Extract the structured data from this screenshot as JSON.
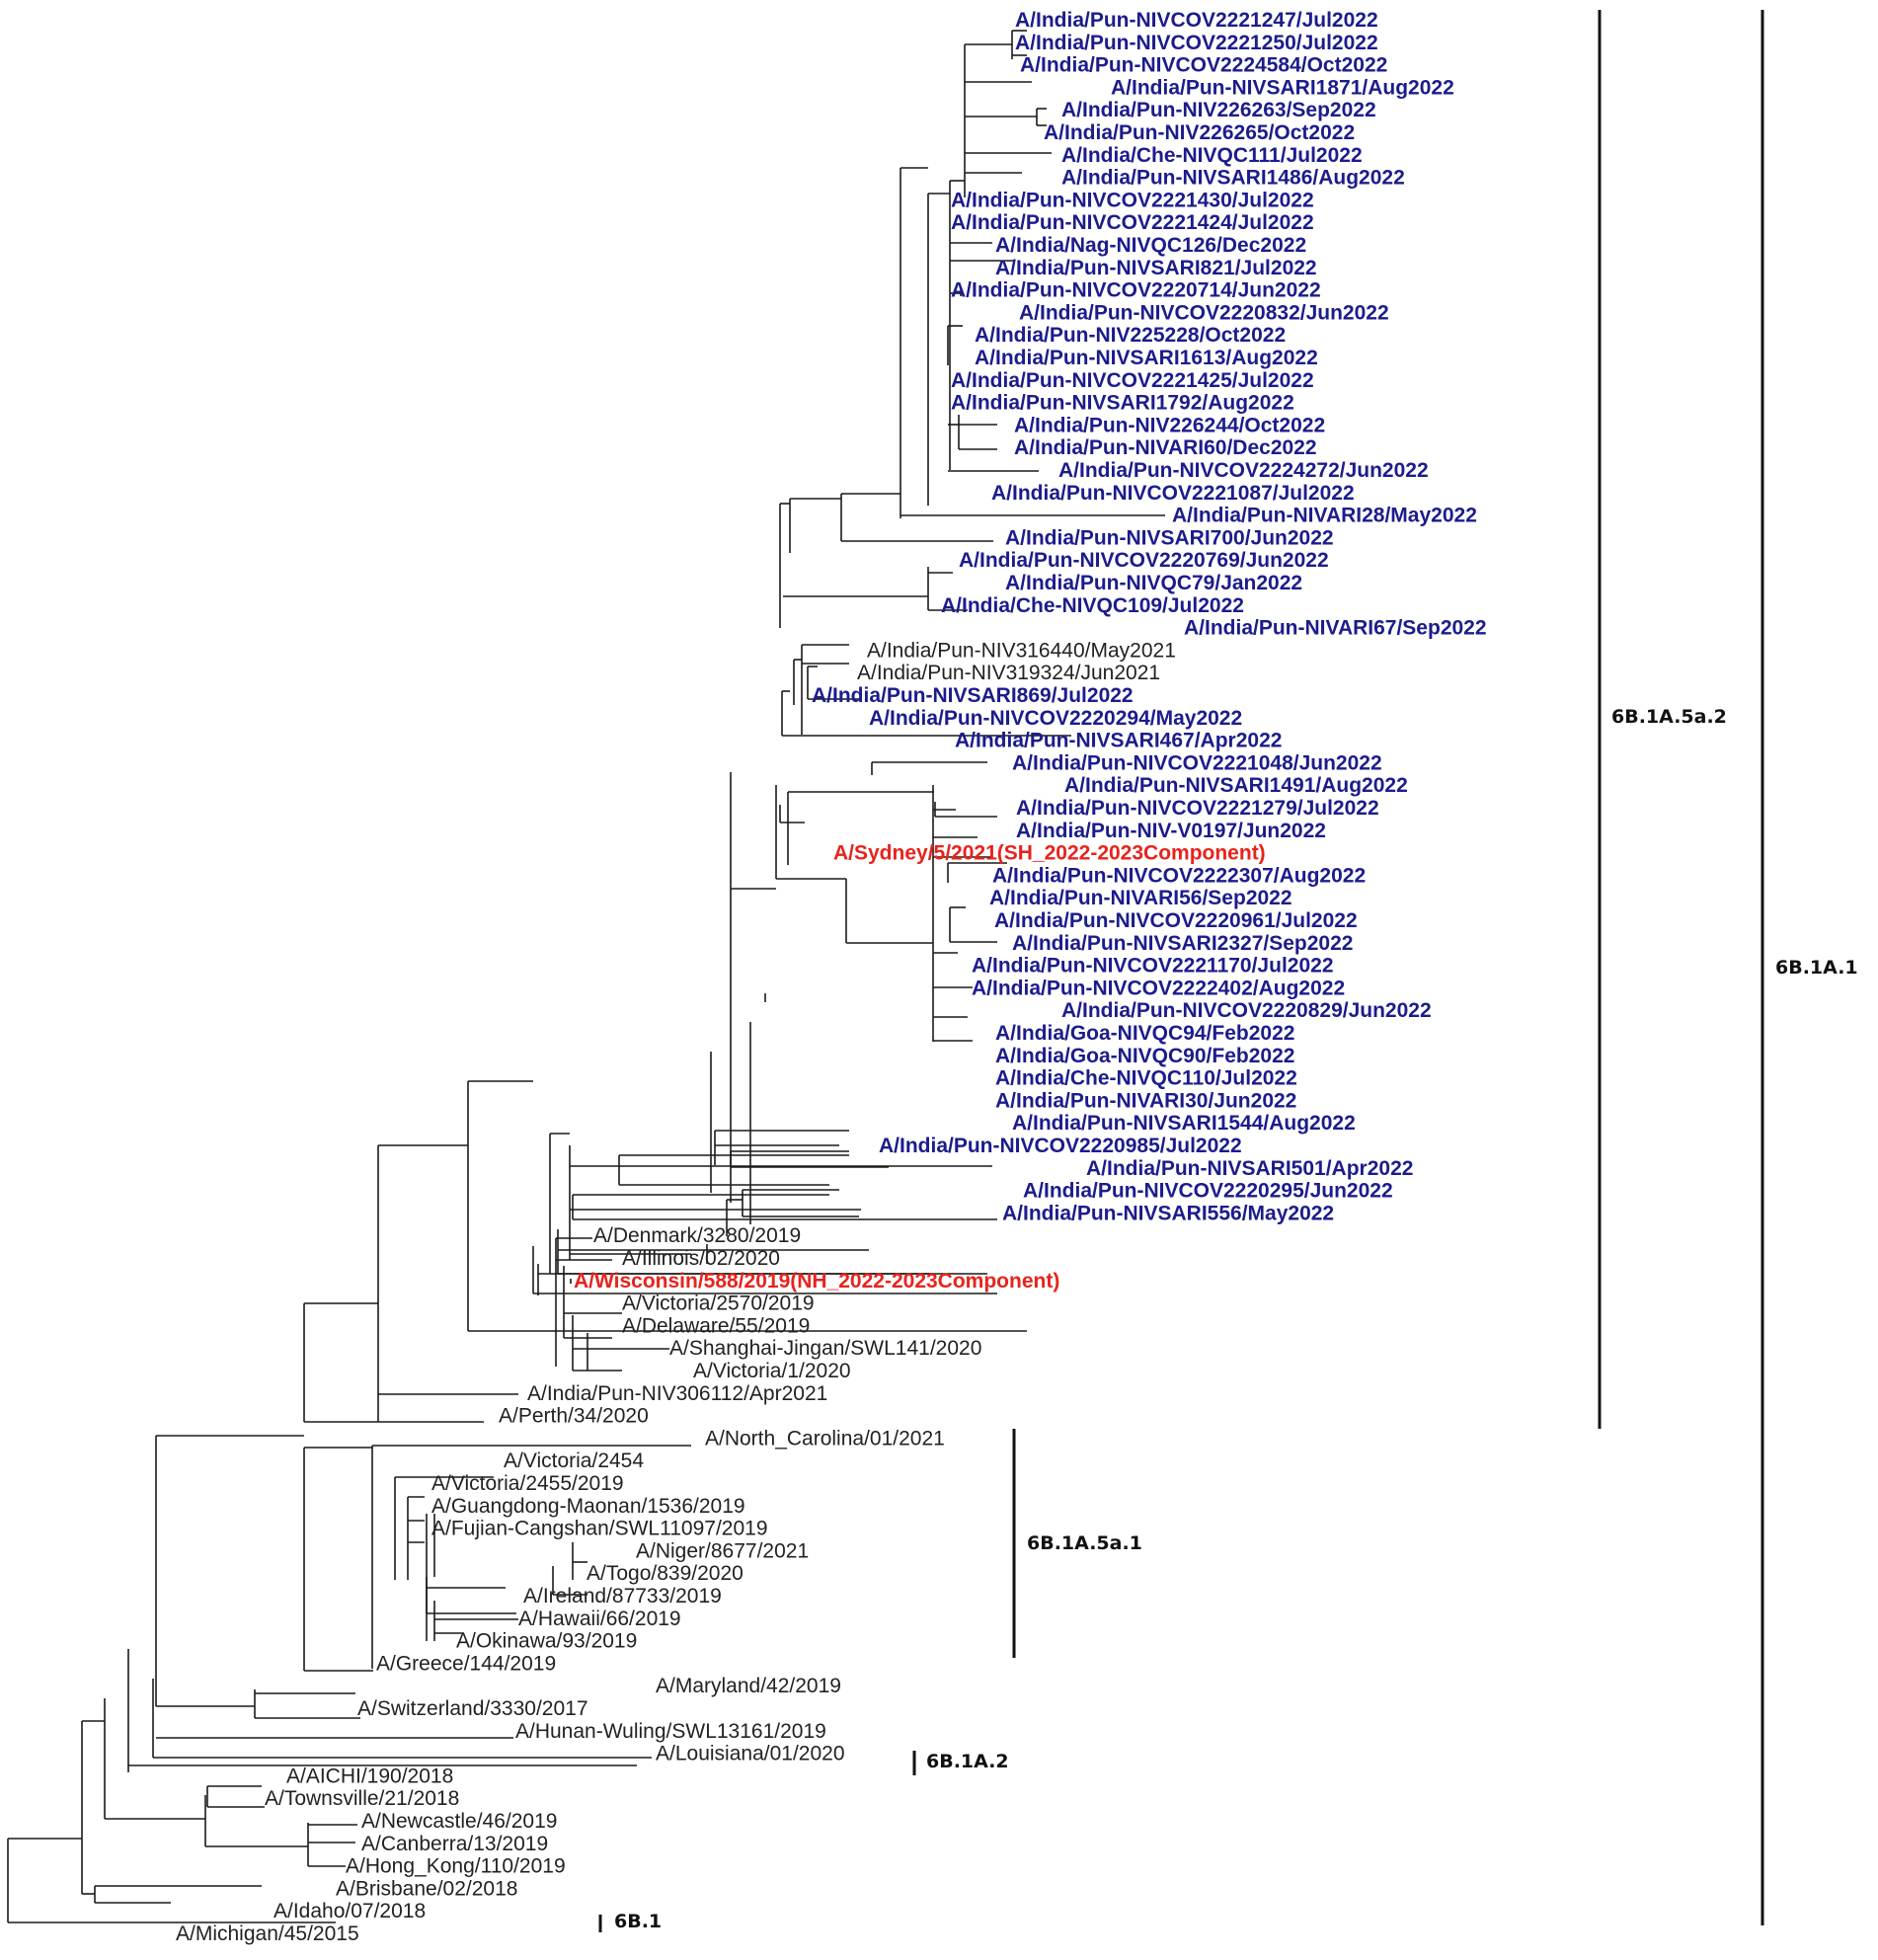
{
  "colors": {
    "reference": "#e8231c",
    "indian_2022": "#1c1c8c",
    "other": "#222222"
  },
  "leaves": [
    {
      "name": "A/India/Pun-NIVCOV2221247/Jul2022",
      "style": "blue"
    },
    {
      "name": "A/India/Pun-NIVCOV2221250/Jul2022",
      "style": "blue"
    },
    {
      "name": "A/India/Pun-NIVCOV2224584/Oct2022",
      "style": "blue"
    },
    {
      "name": "A/India/Pun-NIVSARI1871/Aug2022",
      "style": "blue"
    },
    {
      "name": "A/India/Pun-NIV226263/Sep2022",
      "style": "blue"
    },
    {
      "name": "A/India/Pun-NIV226265/Oct2022",
      "style": "blue"
    },
    {
      "name": "A/India/Che-NIVQC111/Jul2022",
      "style": "blue"
    },
    {
      "name": "A/India/Pun-NIVSARI1486/Aug2022",
      "style": "blue"
    },
    {
      "name": "A/India/Pun-NIVCOV2221430/Jul2022",
      "style": "blue"
    },
    {
      "name": "A/India/Pun-NIVCOV2221424/Jul2022",
      "style": "blue"
    },
    {
      "name": "A/India/Nag-NIVQC126/Dec2022",
      "style": "blue"
    },
    {
      "name": "A/India/Pun-NIVSARI821/Jul2022",
      "style": "blue"
    },
    {
      "name": "A/India/Pun-NIVCOV2220714/Jun2022",
      "style": "blue"
    },
    {
      "name": "A/India/Pun-NIVCOV2220832/Jun2022",
      "style": "blue"
    },
    {
      "name": "A/India/Pun-NIV225228/Oct2022",
      "style": "blue"
    },
    {
      "name": "A/India/Pun-NIVSARI1613/Aug2022",
      "style": "blue"
    },
    {
      "name": "A/India/Pun-NIVCOV2221425/Jul2022",
      "style": "blue"
    },
    {
      "name": "A/India/Pun-NIVSARI1792/Aug2022",
      "style": "blue"
    },
    {
      "name": "A/India/Pun-NIV226244/Oct2022",
      "style": "blue"
    },
    {
      "name": "A/India/Pun-NIVARI60/Dec2022",
      "style": "blue"
    },
    {
      "name": "A/India/Pun-NIVCOV2224272/Jun2022",
      "style": "blue"
    },
    {
      "name": "A/India/Pun-NIVCOV2221087/Jul2022",
      "style": "blue"
    },
    {
      "name": "A/India/Pun-NIVARI28/May2022",
      "style": "blue"
    },
    {
      "name": "A/India/Pun-NIVSARI700/Jun2022",
      "style": "blue"
    },
    {
      "name": "A/India/Pun-NIVCOV2220769/Jun2022",
      "style": "blue"
    },
    {
      "name": "A/India/Pun-NIVQC79/Jan2022",
      "style": "blue"
    },
    {
      "name": "A/India/Che-NIVQC109/Jul2022",
      "style": "blue"
    },
    {
      "name": "A/India/Pun-NIVARI67/Sep2022",
      "style": "blue"
    },
    {
      "name": "A/India/Pun-NIV316440/May2021",
      "style": "black"
    },
    {
      "name": "A/India/Pun-NIV319324/Jun2021",
      "style": "black"
    },
    {
      "name": "A/India/Pun-NIVSARI869/Jul2022",
      "style": "blue"
    },
    {
      "name": "A/India/Pun-NIVCOV2220294/May2022",
      "style": "blue"
    },
    {
      "name": "A/India/Pun-NIVSARI467/Apr2022",
      "style": "blue"
    },
    {
      "name": "A/India/Pun-NIVCOV2221048/Jun2022",
      "style": "blue"
    },
    {
      "name": "A/India/Pun-NIVSARI1491/Aug2022",
      "style": "blue"
    },
    {
      "name": "A/India/Pun-NIVCOV2221279/Jul2022",
      "style": "blue"
    },
    {
      "name": "A/India/Pun-NIV-V0197/Jun2022",
      "style": "blue"
    },
    {
      "name": "A/Sydney/5/2021(SH_2022-2023Component)",
      "style": "red"
    },
    {
      "name": "A/India/Pun-NIVCOV2222307/Aug2022",
      "style": "blue"
    },
    {
      "name": "A/India/Pun-NIVARI56/Sep2022",
      "style": "blue"
    },
    {
      "name": "A/India/Pun-NIVCOV2220961/Jul2022",
      "style": "blue"
    },
    {
      "name": "A/India/Pun-NIVSARI2327/Sep2022",
      "style": "blue"
    },
    {
      "name": "A/India/Pun-NIVCOV2221170/Jul2022",
      "style": "blue"
    },
    {
      "name": "A/India/Pun-NIVCOV2222402/Aug2022",
      "style": "blue"
    },
    {
      "name": "A/India/Pun-NIVCOV2220829/Jun2022",
      "style": "blue"
    },
    {
      "name": "A/India/Goa-NIVQC94/Feb2022",
      "style": "blue"
    },
    {
      "name": "A/India/Goa-NIVQC90/Feb2022",
      "style": "blue"
    },
    {
      "name": "A/India/Che-NIVQC110/Jul2022",
      "style": "blue"
    },
    {
      "name": "A/India/Pun-NIVARI30/Jun2022",
      "style": "blue"
    },
    {
      "name": "A/India/Pun-NIVSARI1544/Aug2022",
      "style": "blue"
    },
    {
      "name": "A/India/Pun-NIVCOV2220985/Jul2022",
      "style": "blue"
    },
    {
      "name": "A/India/Pun-NIVSARI501/Apr2022",
      "style": "blue"
    },
    {
      "name": "A/India/Pun-NIVCOV2220295/Jun2022",
      "style": "blue"
    },
    {
      "name": "A/India/Pun-NIVSARI556/May2022",
      "style": "blue"
    },
    {
      "name": "A/Denmark/3280/2019",
      "style": "black"
    },
    {
      "name": "A/Illinois/02/2020",
      "style": "black"
    },
    {
      "name": "A/Wisconsin/588/2019(NH_2022-2023Component)",
      "style": "red"
    },
    {
      "name": "A/Victoria/2570/2019",
      "style": "black"
    },
    {
      "name": "A/Delaware/55/2019",
      "style": "black"
    },
    {
      "name": "A/Shanghai-Jingan/SWL141/2020",
      "style": "black"
    },
    {
      "name": "A/Victoria/1/2020",
      "style": "black"
    },
    {
      "name": "A/India/Pun-NIV306112/Apr2021",
      "style": "black"
    },
    {
      "name": "A/Perth/34/2020",
      "style": "black"
    },
    {
      "name": "A/North_Carolina/01/2021",
      "style": "black"
    },
    {
      "name": "A/Victoria/2454",
      "style": "black"
    },
    {
      "name": "A/Victoria/2455/2019",
      "style": "black"
    },
    {
      "name": "A/Guangdong-Maonan/1536/2019",
      "style": "black"
    },
    {
      "name": "A/Fujian-Cangshan/SWL11097/2019",
      "style": "black"
    },
    {
      "name": "A/Niger/8677/2021",
      "style": "black"
    },
    {
      "name": "A/Togo/839/2020",
      "style": "black"
    },
    {
      "name": "A/Ireland/87733/2019",
      "style": "black"
    },
    {
      "name": "A/Hawaii/66/2019",
      "style": "black"
    },
    {
      "name": "A/Okinawa/93/2019",
      "style": "black"
    },
    {
      "name": "A/Greece/144/2019",
      "style": "black"
    },
    {
      "name": "A/Maryland/42/2019",
      "style": "black"
    },
    {
      "name": "A/Switzerland/3330/2017",
      "style": "black"
    },
    {
      "name": "A/Hunan-Wuling/SWL13161/2019",
      "style": "black"
    },
    {
      "name": "A/Louisiana/01/2020",
      "style": "black"
    },
    {
      "name": "A/AICHI/190/2018",
      "style": "black"
    },
    {
      "name": "A/Townsville/21/2018",
      "style": "black"
    },
    {
      "name": "A/Newcastle/46/2019",
      "style": "black"
    },
    {
      "name": "A/Canberra/13/2019",
      "style": "black"
    },
    {
      "name": "A/Hong_Kong/110/2019",
      "style": "black"
    },
    {
      "name": "A/Brisbane/02/2018",
      "style": "black"
    },
    {
      "name": "A/Idaho/07/2018",
      "style": "black"
    },
    {
      "name": "A/Michigan/45/2015",
      "style": "black"
    }
  ],
  "clades": [
    {
      "label": "6B.1A.5a.2",
      "first_leaf": 0,
      "last_leaf": 62
    },
    {
      "label": "6B.1A.1",
      "first_leaf": 0,
      "last_leaf": 84
    },
    {
      "label": "6B.1A.5a.1",
      "first_leaf": 63,
      "last_leaf": 72
    },
    {
      "label": "6B.1A.2",
      "first_leaf": 77,
      "last_leaf": 77
    },
    {
      "label": "6B.1",
      "first_leaf": 85,
      "last_leaf": 85
    }
  ]
}
